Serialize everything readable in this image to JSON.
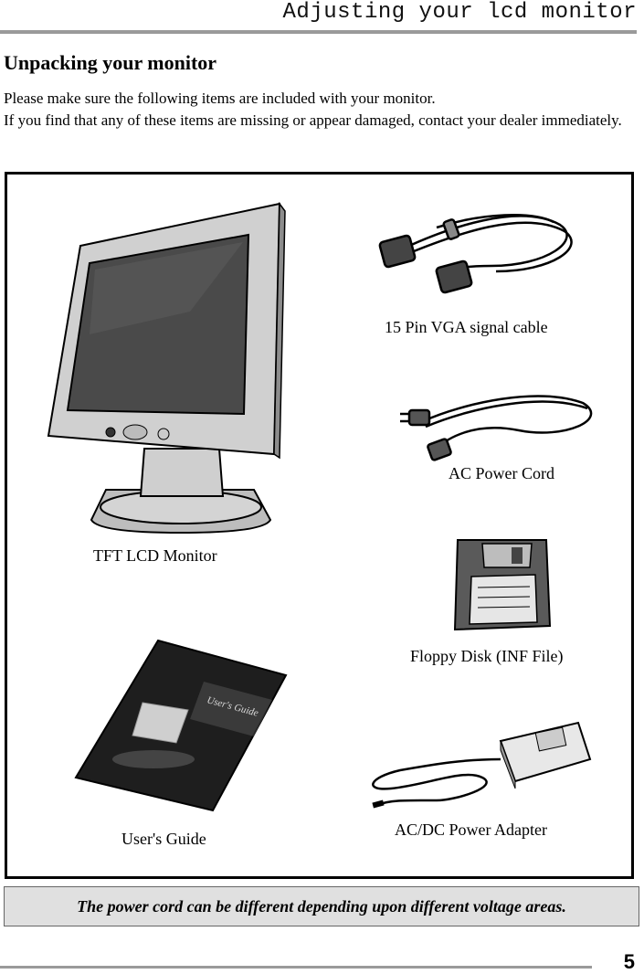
{
  "header": {
    "title": "Adjusting your lcd monitor"
  },
  "section": {
    "title": "Unpacking your monitor",
    "paragraphs": [
      "Please make sure the following items are included with your monitor.",
      "If you find that any of these items are missing or appear damaged, contact your dealer immediately."
    ]
  },
  "items": {
    "monitor": "TFT LCD Monitor",
    "vga_cable": "15 Pin VGA signal cable",
    "power_cord": "AC Power Cord",
    "floppy": "Floppy Disk (INF File)",
    "guide": "User's Guide",
    "guide_cover_text": "User's Guide",
    "adapter": "AC/DC Power Adapter"
  },
  "note": "The power cord can be different depending upon different voltage areas.",
  "footer": {
    "page_number": "5"
  }
}
